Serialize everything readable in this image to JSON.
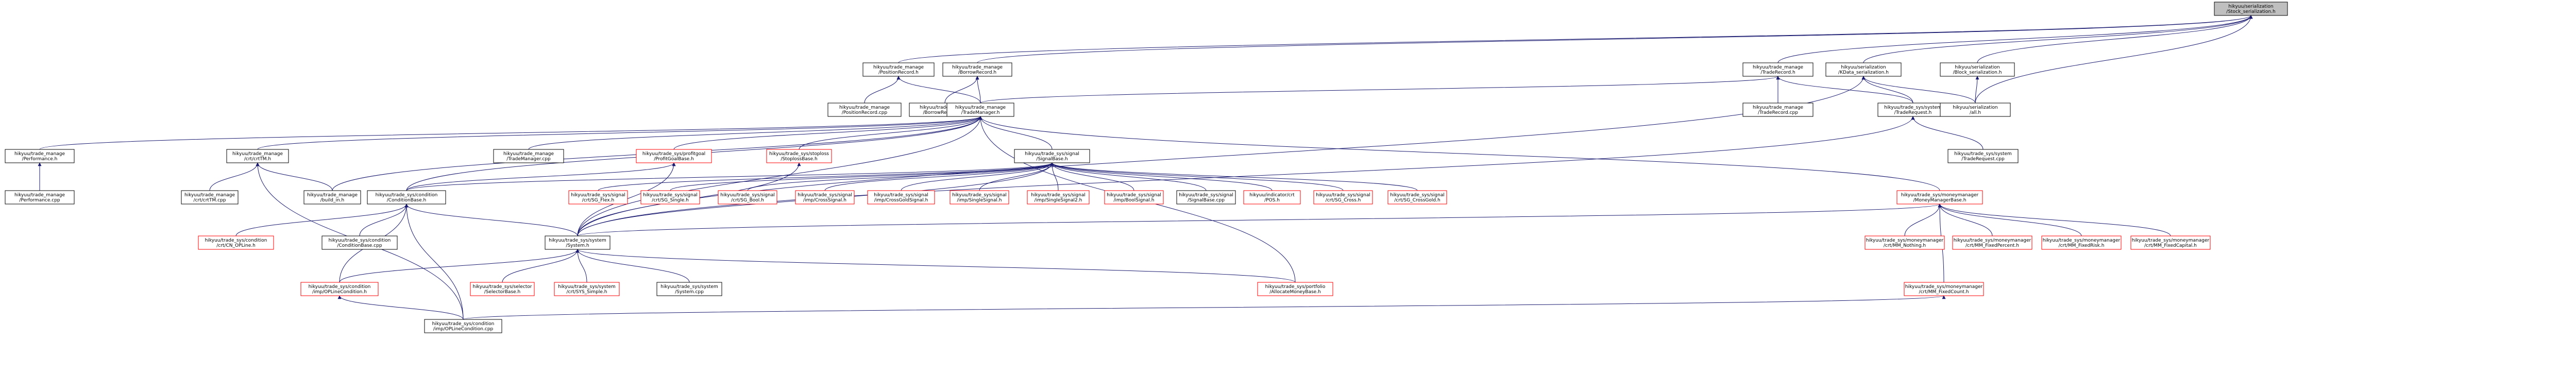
{
  "diagram": {
    "nodes": [
      {
        "id": "root",
        "lines": [
          "hikyuu/serialization",
          "/Stock_serialization.h"
        ],
        "style": "root"
      },
      {
        "id": "posrec_h",
        "lines": [
          "hikyuu/trade_manage",
          "/PositionRecord.h"
        ],
        "style": "black"
      },
      {
        "id": "borrow_h",
        "lines": [
          "hikyuu/trade_manage",
          "/BorrowRecord.h"
        ],
        "style": "black"
      },
      {
        "id": "traderec_h",
        "lines": [
          "hikyuu/trade_manage",
          "/TradeRecord.h"
        ],
        "style": "black"
      },
      {
        "id": "kdata_ser",
        "lines": [
          "hikyuu/serialization",
          "/KData_serialization.h"
        ],
        "style": "black"
      },
      {
        "id": "block_ser",
        "lines": [
          "hikyuu/serialization",
          "/Block_serialization.h"
        ],
        "style": "black"
      },
      {
        "id": "posrec_cpp",
        "lines": [
          "hikyuu/trade_manage",
          "/PositionRecord.cpp"
        ],
        "style": "black"
      },
      {
        "id": "borrow_cpp",
        "lines": [
          "hikyuu/trade_manage",
          "/BorrowRecord.cpp"
        ],
        "style": "black"
      },
      {
        "id": "tm_h",
        "lines": [
          "hikyuu/trade_manage",
          "/TradeManager.h"
        ],
        "style": "black"
      },
      {
        "id": "traderec_cpp",
        "lines": [
          "hikyuu/trade_manage",
          "/TradeRecord.cpp"
        ],
        "style": "black"
      },
      {
        "id": "tradereq_h",
        "lines": [
          "hikyuu/trade_sys/system",
          "/TradeRequest.h"
        ],
        "style": "black"
      },
      {
        "id": "all_h",
        "lines": [
          "hikyuu/serialization",
          "/all.h"
        ],
        "style": "black"
      },
      {
        "id": "perf_h",
        "lines": [
          "hikyuu/trade_manage",
          "/Performance.h"
        ],
        "style": "black"
      },
      {
        "id": "crttm_h",
        "lines": [
          "hikyuu/trade_manage",
          "/crt/crtTM.h"
        ],
        "style": "black"
      },
      {
        "id": "tm_cpp",
        "lines": [
          "hikyuu/trade_manage",
          "/TradeManager.cpp"
        ],
        "style": "black"
      },
      {
        "id": "pg_base",
        "lines": [
          "hikyuu/trade_sys/profitgoal",
          "/ProfitGoalBase.h"
        ],
        "style": "red"
      },
      {
        "id": "sp_base",
        "lines": [
          "hikyuu/trade_sys/stoploss",
          "/StoplossBase.h"
        ],
        "style": "red"
      },
      {
        "id": "sig_base",
        "lines": [
          "hikyuu/trade_sys/signal",
          "/SignalBase.h"
        ],
        "style": "black"
      },
      {
        "id": "tradereq_cpp",
        "lines": [
          "hikyuu/trade_sys/system",
          "/TradeRequest.cpp"
        ],
        "style": "black"
      },
      {
        "id": "perf_cpp",
        "lines": [
          "hikyuu/trade_manage",
          "/Performance.cpp"
        ],
        "style": "black"
      },
      {
        "id": "crttm_cpp",
        "lines": [
          "hikyuu/trade_manage",
          "/crt/crtTM.cpp"
        ],
        "style": "black"
      },
      {
        "id": "build_in",
        "lines": [
          "hikyuu/trade_manage",
          "/build_in.h"
        ],
        "style": "black"
      },
      {
        "id": "cond_base",
        "lines": [
          "hikyuu/trade_sys/condition",
          "/ConditionBase.h"
        ],
        "style": "black"
      },
      {
        "id": "sg_flex",
        "lines": [
          "hikyuu/trade_sys/signal",
          "/crt/SG_Flex.h"
        ],
        "style": "red"
      },
      {
        "id": "sg_single",
        "lines": [
          "hikyuu/trade_sys/signal",
          "/crt/SG_Single.h"
        ],
        "style": "red"
      },
      {
        "id": "sg_bool",
        "lines": [
          "hikyuu/trade_sys/signal",
          "/crt/SG_Bool.h"
        ],
        "style": "red"
      },
      {
        "id": "imp_cross",
        "lines": [
          "hikyuu/trade_sys/signal",
          "/imp/CrossSignal.h"
        ],
        "style": "red"
      },
      {
        "id": "imp_crossgold",
        "lines": [
          "hikyuu/trade_sys/signal",
          "/imp/CrossGoldSignal.h"
        ],
        "style": "red"
      },
      {
        "id": "imp_single",
        "lines": [
          "hikyuu/trade_sys/signal",
          "/imp/SingleSignal.h"
        ],
        "style": "red"
      },
      {
        "id": "imp_single2",
        "lines": [
          "hikyuu/trade_sys/signal",
          "/imp/SingleSignal2.h"
        ],
        "style": "red"
      },
      {
        "id": "imp_bool",
        "lines": [
          "hikyuu/trade_sys/signal",
          "/imp/BoolSignal.h"
        ],
        "style": "red"
      },
      {
        "id": "sig_cpp",
        "lines": [
          "hikyuu/trade_sys/signal",
          "/SignalBase.cpp"
        ],
        "style": "black"
      },
      {
        "id": "ind_pos",
        "lines": [
          "hikyuu/indicator/crt",
          "/POS.h"
        ],
        "style": "red"
      },
      {
        "id": "sg_cross",
        "lines": [
          "hikyuu/trade_sys/signal",
          "/crt/SG_Cross.h"
        ],
        "style": "red"
      },
      {
        "id": "sg_crossgold",
        "lines": [
          "hikyuu/trade_sys/signal",
          "/crt/SG_CrossGold.h"
        ],
        "style": "red"
      },
      {
        "id": "mm_base",
        "lines": [
          "hikyuu/trade_sys/moneymanager",
          "/MoneyManagerBase.h"
        ],
        "style": "red"
      },
      {
        "id": "cn_opline",
        "lines": [
          "hikyuu/trade_sys/condition",
          "/crt/CN_OPLine.h"
        ],
        "style": "red"
      },
      {
        "id": "cond_cpp",
        "lines": [
          "hikyuu/trade_sys/condition",
          "/ConditionBase.cpp"
        ],
        "style": "black"
      },
      {
        "id": "system_h",
        "lines": [
          "hikyuu/trade_sys/system",
          "/System.h"
        ],
        "style": "black"
      },
      {
        "id": "mm_nothing",
        "lines": [
          "hikyuu/trade_sys/moneymanager",
          "/crt/MM_Nothing.h"
        ],
        "style": "red"
      },
      {
        "id": "mm_fixpct",
        "lines": [
          "hikyuu/trade_sys/moneymanager",
          "/crt/MM_FixedPercent.h"
        ],
        "style": "red"
      },
      {
        "id": "mm_fixrisk",
        "lines": [
          "hikyuu/trade_sys/moneymanager",
          "/crt/MM_FixedRisk.h"
        ],
        "style": "red"
      },
      {
        "id": "mm_fixcap",
        "lines": [
          "hikyuu/trade_sys/moneymanager",
          "/crt/MM_FixedCapital.h"
        ],
        "style": "red"
      },
      {
        "id": "imp_opline",
        "lines": [
          "hikyuu/trade_sys/condition",
          "/imp/OPLineCondition.h"
        ],
        "style": "red"
      },
      {
        "id": "sel_base",
        "lines": [
          "hikyuu/trade_sys/selector",
          "/SelectorBase.h"
        ],
        "style": "red"
      },
      {
        "id": "sys_simple",
        "lines": [
          "hikyuu/trade_sys/system",
          "/crt/SYS_Simple.h"
        ],
        "style": "red"
      },
      {
        "id": "sys_cpp",
        "lines": [
          "hikyuu/trade_sys/system",
          "/System.cpp"
        ],
        "style": "black"
      },
      {
        "id": "alloc_base",
        "lines": [
          "hikyuu/trade_sys/portfolio",
          "/AllocateMoneyBase.h"
        ],
        "style": "red"
      },
      {
        "id": "mm_fixcount",
        "lines": [
          "hikyuu/trade_sys/moneymanager",
          "/crt/MM_FixedCount.h"
        ],
        "style": "red"
      },
      {
        "id": "imp_opline_cpp",
        "lines": [
          "hikyuu/trade_sys/condition",
          "/imp/OPLineCondition.cpp"
        ],
        "style": "black"
      }
    ],
    "colors": {
      "edge": "#191970",
      "root_fill": "#bfbfbf",
      "node_border": "#000000",
      "red_border": "#ff0000",
      "node_fill": "#ffffff",
      "text": "#000000"
    }
  }
}
